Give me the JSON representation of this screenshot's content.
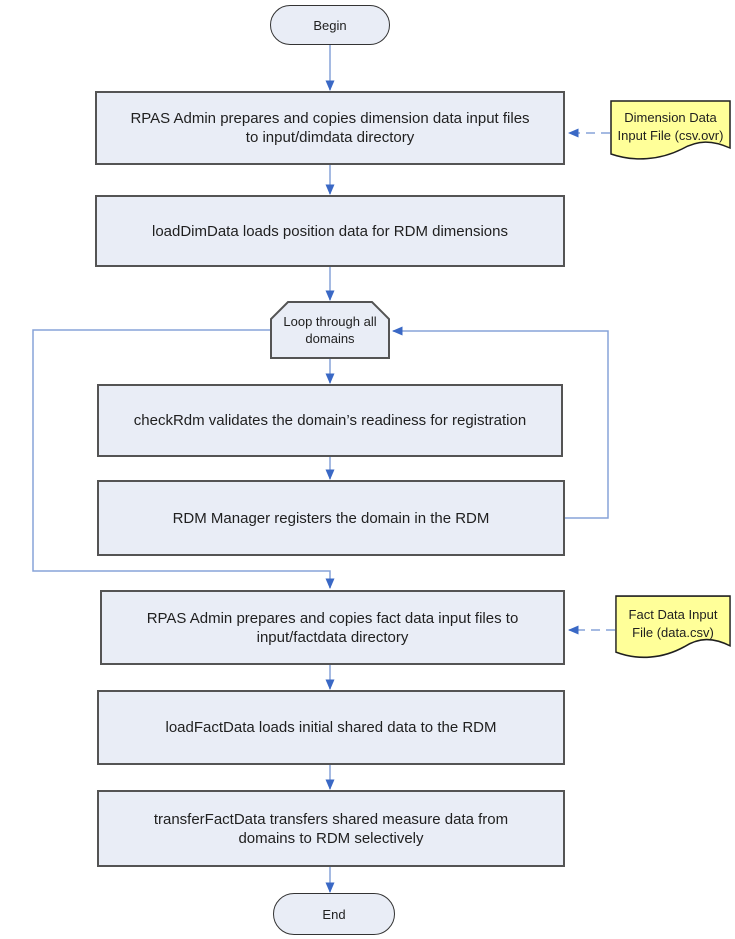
{
  "colors": {
    "boxFill": "#e9edf6",
    "boxBorder": "#545454",
    "ovalBorder": "#333333",
    "noteFill": "#ffff99",
    "noteBorder": "#1f1f1f",
    "line": "#87a3d8",
    "arrow": "#3a68c5",
    "text": "#1f1f1f"
  },
  "nodes": {
    "begin": {
      "type": "terminator",
      "label": "Begin"
    },
    "prepare_dim": {
      "type": "process",
      "label": [
        "RPAS Admin prepares and copies dimension data input files",
        "to input/dimdata directory"
      ]
    },
    "dim_note": {
      "type": "document",
      "label": [
        "Dimension Data",
        "Input File (csv.ovr)"
      ]
    },
    "load_dim": {
      "type": "process",
      "label": "loadDimData loads position data for RDM dimensions"
    },
    "loop": {
      "type": "loop-limit",
      "label": [
        "Loop through all",
        "domains"
      ]
    },
    "check_rdm": {
      "type": "process",
      "label": "checkRdm validates the domain’s readiness for registration"
    },
    "register": {
      "type": "process",
      "label": "RDM Manager registers the domain in the RDM"
    },
    "prepare_fact": {
      "type": "process",
      "label": [
        "RPAS Admin prepares and copies fact data input files to",
        "input/factdata directory"
      ]
    },
    "fact_note": {
      "type": "document",
      "label": [
        "Fact Data Input",
        "File (data.csv)"
      ]
    },
    "load_fact": {
      "type": "process",
      "label": "loadFactData loads initial shared data to the RDM"
    },
    "transfer_fact": {
      "type": "process",
      "label": [
        "transferFactData transfers shared measure data from",
        "domains to RDM selectively"
      ]
    },
    "end": {
      "type": "terminator",
      "label": "End"
    }
  }
}
